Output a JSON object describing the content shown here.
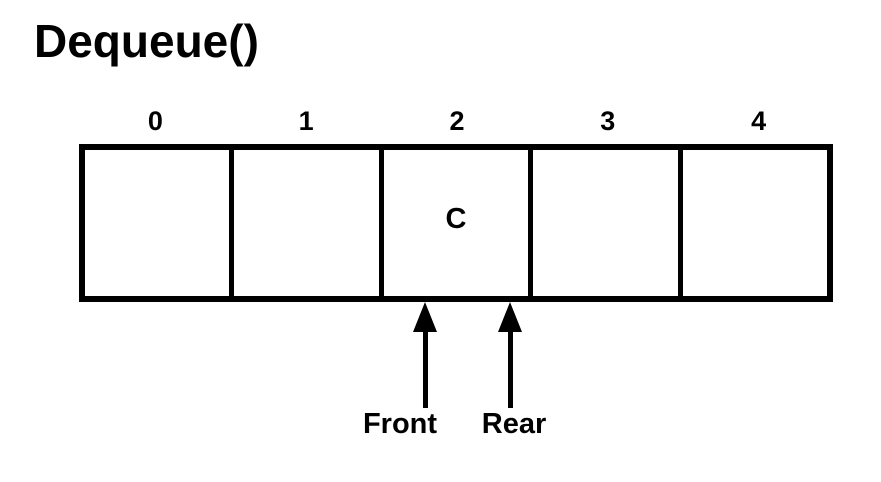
{
  "title": "Dequeue()",
  "queue": {
    "cells": [
      {
        "index": "0",
        "value": ""
      },
      {
        "index": "1",
        "value": ""
      },
      {
        "index": "2",
        "value": "C"
      },
      {
        "index": "3",
        "value": ""
      },
      {
        "index": "4",
        "value": ""
      }
    ]
  },
  "pointers": {
    "front_label": "Front",
    "rear_label": "Rear",
    "front_cell_index": 2,
    "rear_cell_index": 2
  },
  "colors": {
    "foreground": "#000000",
    "background": "#ffffff"
  }
}
